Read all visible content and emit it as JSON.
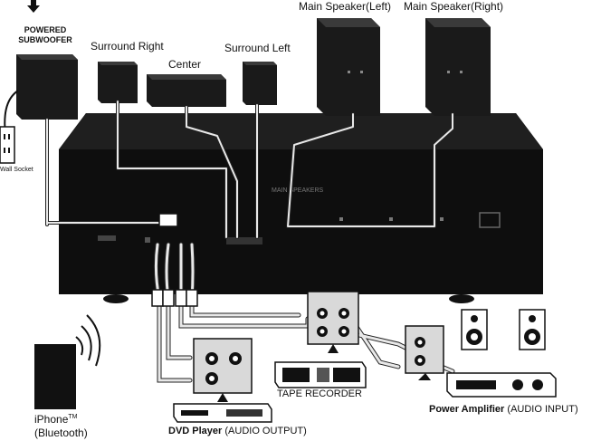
{
  "labels": {
    "subwoofer_line1": "POWERED",
    "subwoofer_line2": "SUBWOOFER",
    "wall_socket": "Wall Socket",
    "surround_right": "Surround Right",
    "center": "Center",
    "surround_left": "Surround Left",
    "main_speaker_left": "Main Speaker(Left)",
    "main_speaker_right": "Main Speaker(Right)",
    "iphone": "iPhone",
    "iphone_tm": "TM",
    "bluetooth": "(Bluetooth)",
    "dvd_player": "DVD Player",
    "dvd_player_suffix": "(AUDIO OUTPUT)",
    "tape_recorder": "TAPE RECORDER",
    "power_amplifier": "Power Amplifier",
    "power_amplifier_suffix": "(AUDIO INPUT)"
  },
  "colors": {
    "receiver_body": "#111111",
    "speaker_body": "#1a1a1a",
    "cable": "#e8e8e8",
    "cable_outline": "#222222",
    "panel_light": "#d9d9d9"
  }
}
